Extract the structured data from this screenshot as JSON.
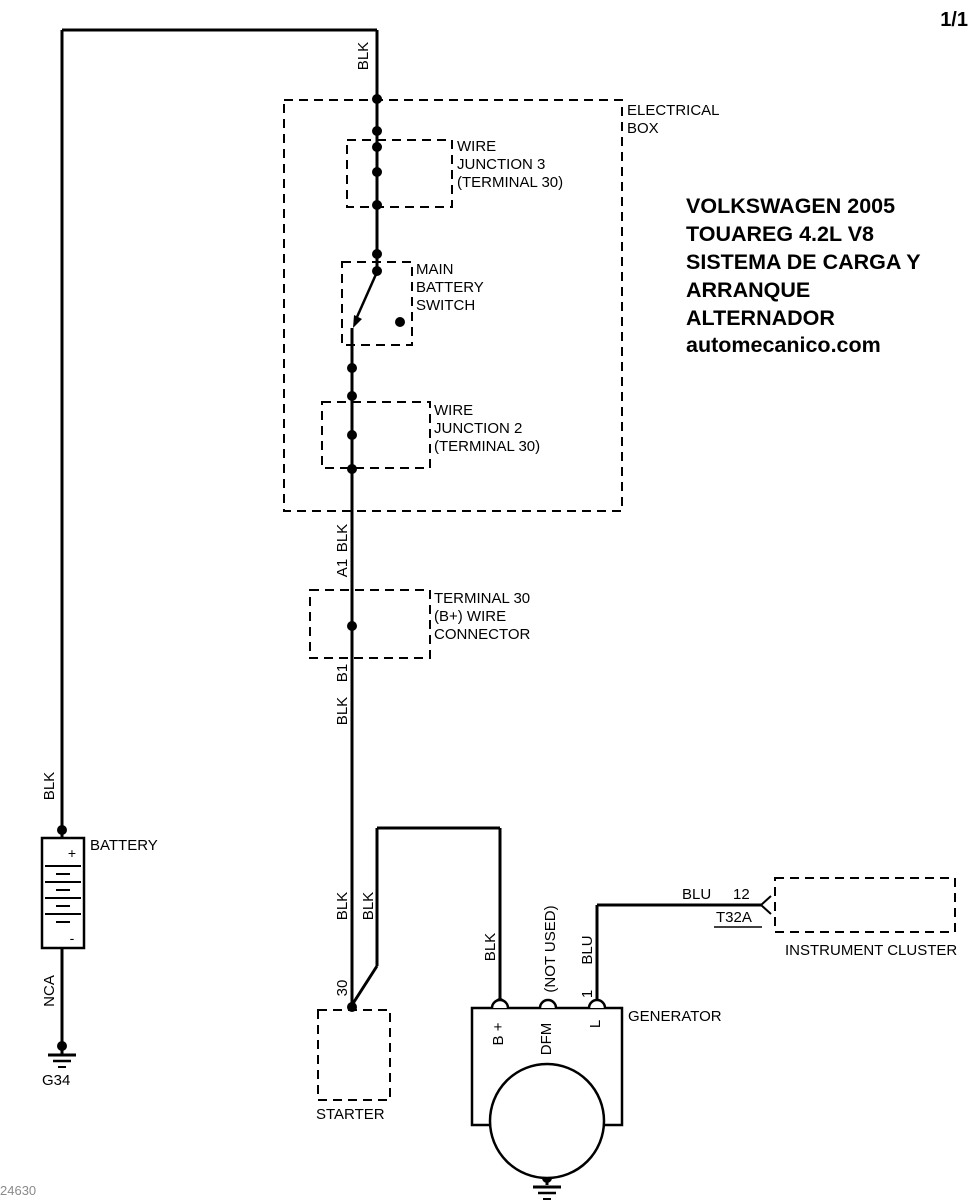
{
  "page": {
    "number": "1/1",
    "footer_code": "24630"
  },
  "title_block": {
    "lines": [
      "VOLKSWAGEN 2005",
      "TOUAREG 4.2L V8",
      "SISTEMA DE CARGA Y",
      "ARRANQUE",
      "ALTERNADOR",
      "automecanico.com"
    ]
  },
  "labels": {
    "electrical_box": [
      "ELECTRICAL",
      "BOX"
    ],
    "wire_junction_3": [
      "WIRE",
      "JUNCTION 3",
      "(TERMINAL 30)"
    ],
    "main_battery_switch": [
      "MAIN",
      "BATTERY",
      "SWITCH"
    ],
    "wire_junction_2": [
      "WIRE",
      "JUNCTION 2",
      "(TERMINAL 30)"
    ],
    "terminal_30_connector": [
      "TERMINAL 30",
      "(B+) WIRE",
      "CONNECTOR"
    ],
    "battery": "BATTERY",
    "battery_plus": "+",
    "battery_minus": "-",
    "ground": "G34",
    "starter": "STARTER",
    "generator": "GENERATOR",
    "instrument_cluster": "INSTRUMENT CLUSTER"
  },
  "wire_labels": {
    "blk": "BLK",
    "blu": "BLU",
    "nca": "NCA",
    "a1": "A1",
    "b1": "B1",
    "starter_terminal": "30",
    "generator_l_pin": "1",
    "cluster_pin": "12",
    "cluster_connector": "T32A"
  },
  "generator_terminals": {
    "bplus": "B +",
    "dfm": "DFM",
    "dfm_note": "(NOT USED)",
    "l": "L"
  }
}
